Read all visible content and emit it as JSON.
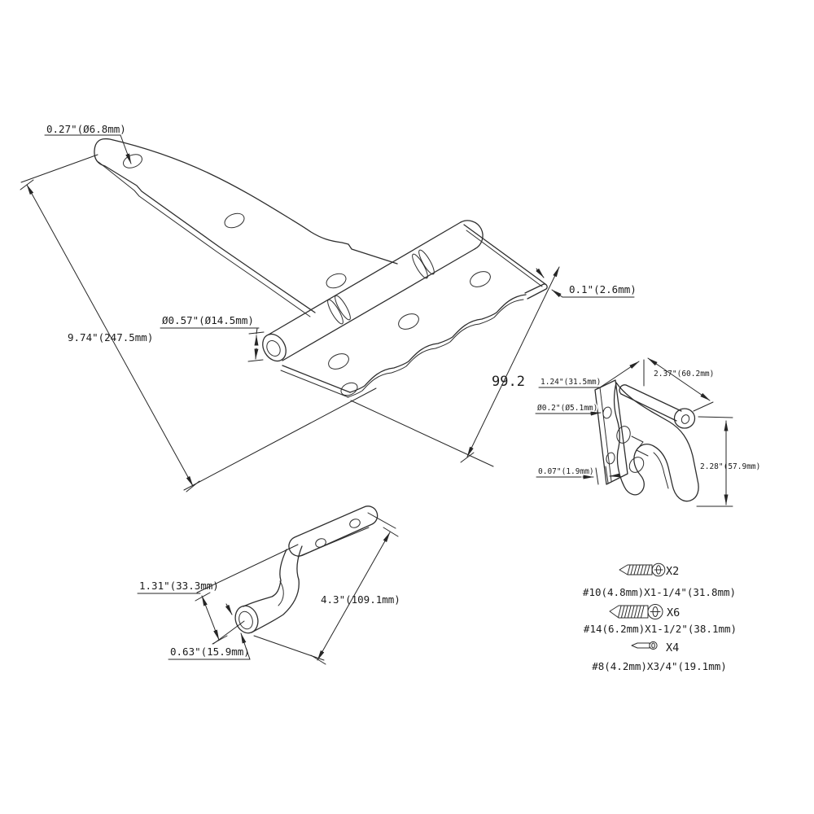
{
  "colors": {
    "background": "#ffffff",
    "line": "#2e2e2e",
    "text": "#1b1b1b"
  },
  "t_hinge": {
    "hole_diameter": "0.27\"(Ø6.8mm)",
    "overall_length": "9.74\"(247.5mm)",
    "barrel_diameter": "Ø0.57\"(Ø14.5mm)",
    "leaf_thickness": "0.1\"(2.6mm)",
    "plate_width": "99.2"
  },
  "latch": {
    "bracket_width": "1.24\"(31.5mm)",
    "arm_length": "2.37\"(60.2mm)",
    "hole_diameter": "Ø0.2\"(Ø5.1mm)",
    "plate_thickness": "0.07\"(1.9mm)",
    "bracket_height": "2.28\"(57.9mm)"
  },
  "handle": {
    "offset_height": "1.31\"(33.3mm)",
    "overall_length": "4.3\"(109.1mm)",
    "tube_diameter": "0.63\"(15.9mm)"
  },
  "screws": [
    {
      "qty": "X2",
      "spec": "#10(4.8mm)X1-1/4\"(31.8mm)"
    },
    {
      "qty": "X6",
      "spec": "#14(6.2mm)X1-1/2\"(38.1mm)"
    },
    {
      "qty": "X4",
      "spec": "#8(4.2mm)X3/4\"(19.1mm)"
    }
  ]
}
